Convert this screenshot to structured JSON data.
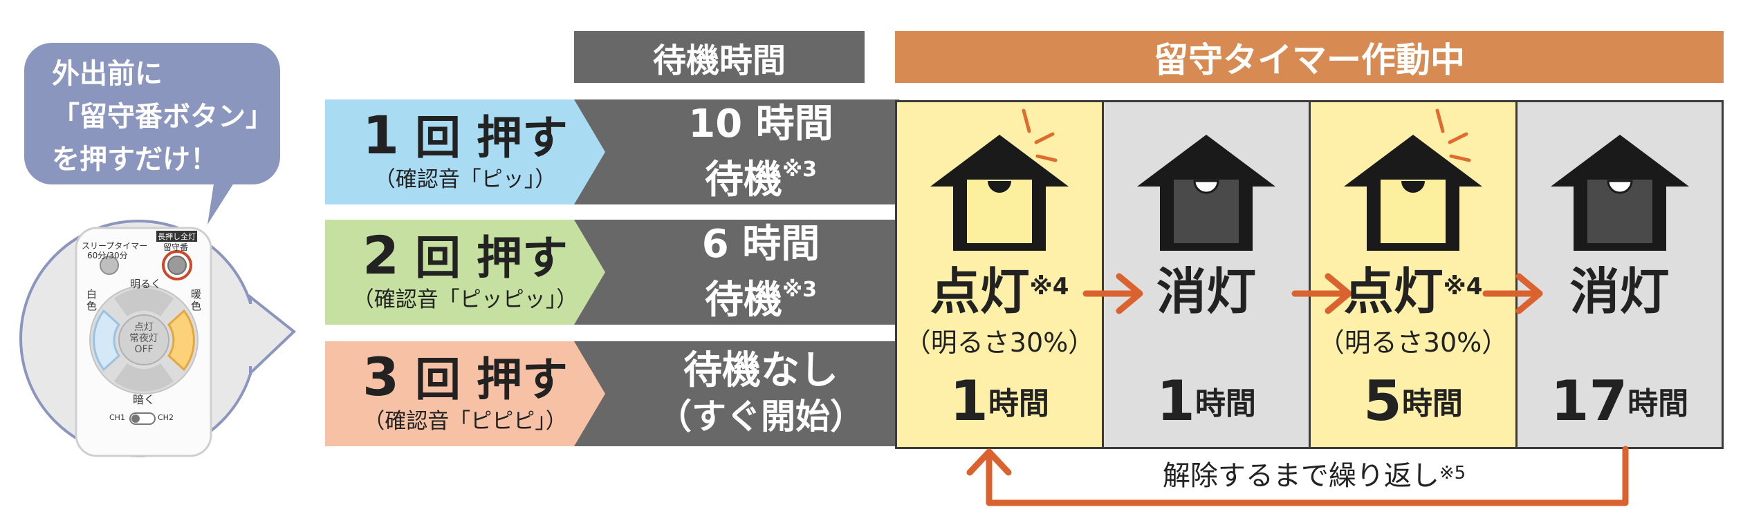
{
  "bubble": {
    "line1": "外出前に",
    "line2": "「留守番ボタン」",
    "line3": "を押すだけ！"
  },
  "remote": {
    "sleep_timer_label": "スリープタイマー",
    "sleep_timer_sub": "60分/30分",
    "long_press_label": "長押し全灯",
    "rusuban_label": "留守番",
    "bright_label": "明るく",
    "white_label": "白色",
    "warm_label": "暖色",
    "center_line1": "点灯",
    "center_line2": "常夜灯",
    "center_line3": "OFF",
    "dark_label": "暗く",
    "ch1": "CH1",
    "ch2": "CH2"
  },
  "headers": {
    "wait_time": "待機時間",
    "timer_active": "留守タイマー作動中"
  },
  "press_rows": [
    {
      "count": "1",
      "suffix": "回 押す",
      "sound": "（確認音「ピッ」）",
      "wait_line1": "10 時間",
      "wait_line2": "待機",
      "wait_note": "※3",
      "color": "#a9dcf3"
    },
    {
      "count": "2",
      "suffix": "回 押す",
      "sound": "（確認音「ピッピッ」）",
      "wait_line1": "6 時間",
      "wait_line2": "待機",
      "wait_note": "※3",
      "color": "#c5e0a0"
    },
    {
      "count": "3",
      "suffix": "回 押す",
      "sound": "（確認音「ピピピ」）",
      "wait_line1": "待機なし",
      "wait_line2": "（すぐ開始）",
      "wait_note": "",
      "color": "#f7c1a5"
    }
  ],
  "timer_steps": [
    {
      "state": "点灯",
      "note": "※4",
      "brightness": "（明るさ30%）",
      "hours": "1",
      "unit": "時間",
      "on": true
    },
    {
      "state": "消灯",
      "note": "",
      "brightness": "",
      "hours": "1",
      "unit": "時間",
      "on": false
    },
    {
      "state": "点灯",
      "note": "※4",
      "brightness": "（明るさ30%）",
      "hours": "5",
      "unit": "時間",
      "on": true
    },
    {
      "state": "消灯",
      "note": "",
      "brightness": "",
      "hours": "17",
      "unit": "時間",
      "on": false
    }
  ],
  "repeat": {
    "label": "解除するまで繰り返し",
    "note": "※5"
  },
  "colors": {
    "wait_arrow": "#686868",
    "header_timer": "#d78b52",
    "step_arrow": "#d9622e",
    "bubble": "#8b96bf",
    "lamp_on": "#fef0a8",
    "lamp_off": "#dedede"
  }
}
